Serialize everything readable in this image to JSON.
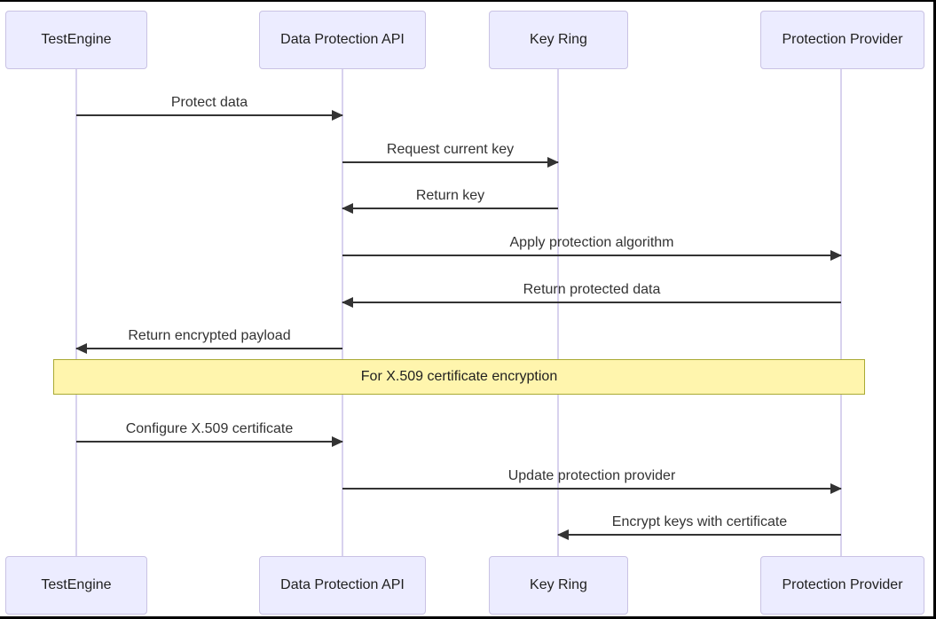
{
  "diagram": {
    "type": "sequence",
    "actors": [
      {
        "name": "TestEngine"
      },
      {
        "name": "Data Protection API"
      },
      {
        "name": "Key Ring"
      },
      {
        "name": "Protection Provider"
      }
    ],
    "messages": [
      {
        "label": "Protect data",
        "from": "TestEngine",
        "to": "Data Protection API",
        "arrow": "solid-right"
      },
      {
        "label": "Request current key",
        "from": "Data Protection API",
        "to": "Key Ring",
        "arrow": "solid-right"
      },
      {
        "label": "Return key",
        "from": "Key Ring",
        "to": "Data Protection API",
        "arrow": "solid-left"
      },
      {
        "label": "Apply protection algorithm",
        "from": "Data Protection API",
        "to": "Protection Provider",
        "arrow": "solid-right"
      },
      {
        "label": "Return protected data",
        "from": "Protection Provider",
        "to": "Data Protection API",
        "arrow": "solid-left"
      },
      {
        "label": "Return encrypted payload",
        "from": "Data Protection API",
        "to": "TestEngine",
        "arrow": "solid-left"
      },
      {
        "label": "Configure X.509 certificate",
        "from": "TestEngine",
        "to": "Data Protection API",
        "arrow": "solid-right"
      },
      {
        "label": "Update protection provider",
        "from": "Data Protection API",
        "to": "Protection Provider",
        "arrow": "solid-right"
      },
      {
        "label": "Encrypt keys with certificate",
        "from": "Protection Provider",
        "to": "Key Ring",
        "arrow": "solid-left"
      }
    ],
    "note": {
      "text": "For X.509 certificate encryption",
      "over": [
        "TestEngine",
        "Protection Provider"
      ]
    }
  },
  "colors": {
    "background": "#ffffff",
    "frame": "#000000",
    "actor_fill": "#ECECFF",
    "actor_border": "#c9c2e4",
    "lifeline": "#d8d2ee",
    "line": "#333333",
    "msg_text": "#333333",
    "text": "#1f1f1f",
    "note_fill": "#fff5ad",
    "note_border": "#aaaa33"
  }
}
